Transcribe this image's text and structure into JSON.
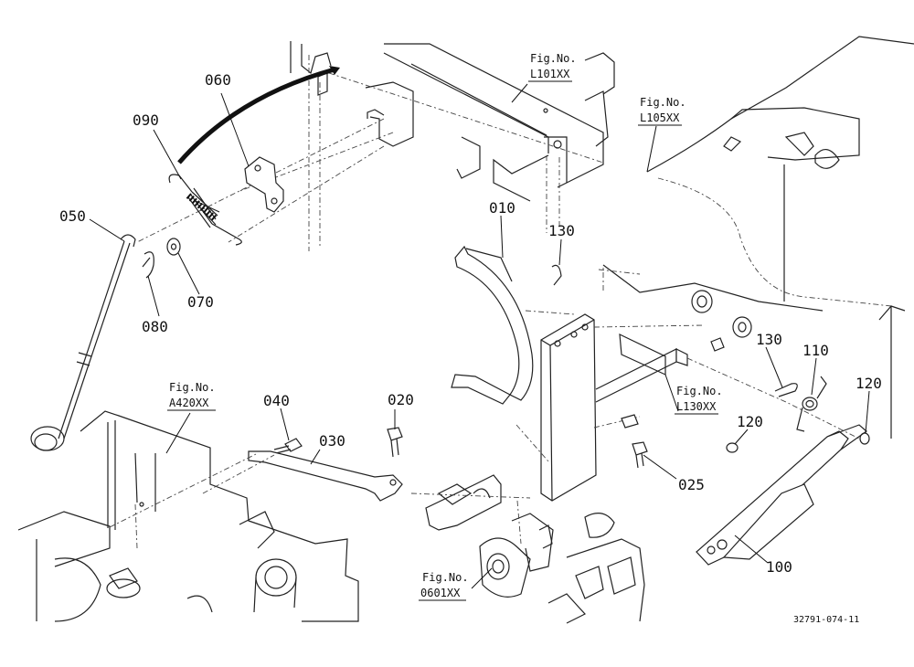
{
  "parts": [
    {
      "id": "p060",
      "label": "060"
    },
    {
      "id": "p090",
      "label": "090"
    },
    {
      "id": "p050",
      "label": "050"
    },
    {
      "id": "p070",
      "label": "070"
    },
    {
      "id": "p080",
      "label": "080"
    },
    {
      "id": "p010",
      "label": "010"
    },
    {
      "id": "p130a",
      "label": "130"
    },
    {
      "id": "p130b",
      "label": "130"
    },
    {
      "id": "p110",
      "label": "110"
    },
    {
      "id": "p120a",
      "label": "120"
    },
    {
      "id": "p120b",
      "label": "120"
    },
    {
      "id": "p040",
      "label": "040"
    },
    {
      "id": "p030",
      "label": "030"
    },
    {
      "id": "p020",
      "label": "020"
    },
    {
      "id": "p025",
      "label": "025"
    },
    {
      "id": "p100",
      "label": "100"
    }
  ],
  "figrefs": [
    {
      "id": "L101",
      "caption": "Fig.No.",
      "code": "L101XX"
    },
    {
      "id": "L105",
      "caption": "Fig.No.",
      "code": "L105XX"
    },
    {
      "id": "L130",
      "caption": "Fig.No.",
      "code": "L130XX"
    },
    {
      "id": "A420",
      "caption": "Fig.No.",
      "code": "A420XX"
    },
    {
      "id": "0601",
      "caption": "Fig.No.",
      "code": "0601XX"
    }
  ],
  "drawing_code": "32791-074-11"
}
